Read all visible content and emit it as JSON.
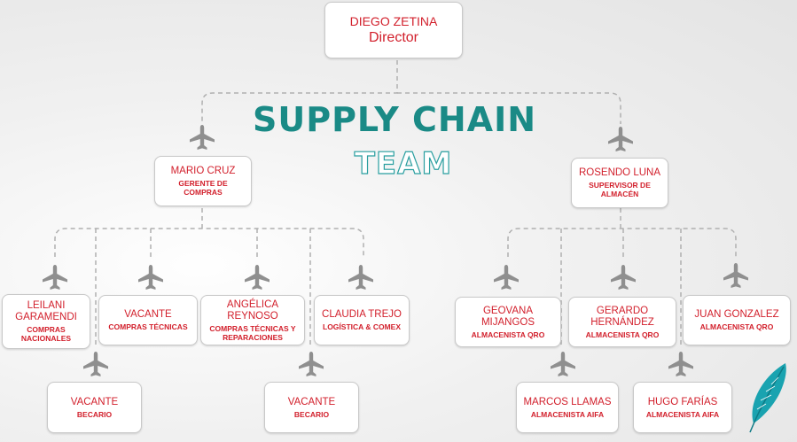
{
  "title": {
    "line1": "SUPPLY CHAIN",
    "line2": "TEAM"
  },
  "director": {
    "name": "DIEGO ZETINA",
    "role": "Director"
  },
  "managers": [
    {
      "name": "MARIO CRUZ",
      "role": "GERENTE DE COMPRAS"
    },
    {
      "name": "ROSENDO LUNA",
      "role": "SUPERVISOR DE ALMACÉN"
    }
  ],
  "left_team": [
    {
      "name": "LEILANI GARAMENDI",
      "role": "COMPRAS NACIONALES"
    },
    {
      "name": "VACANTE",
      "role": "COMPRAS TÉCNICAS"
    },
    {
      "name": "ANGÉLICA REYNOSO",
      "role": "COMPRAS TÉCNICAS Y REPARACIONES"
    },
    {
      "name": "CLAUDIA TREJO",
      "role": "LOGÍSTICA & COMEX"
    },
    {
      "name": "VACANTE",
      "role": "BECARIO"
    },
    {
      "name": "VACANTE",
      "role": "BECARIO"
    }
  ],
  "right_team": [
    {
      "name": "GEOVANA MIJANGOS",
      "role": "ALMACENISTA QRO"
    },
    {
      "name": "GERARDO HERNÁNDEZ",
      "role": "ALMACENISTA QRO"
    },
    {
      "name": "JUAN GONZALEZ",
      "role": "ALMACENISTA QRO"
    },
    {
      "name": "MARCOS LLAMAS",
      "role": "ALMACENISTA AIFA"
    },
    {
      "name": "HUGO FARÍAS",
      "role": "ALMACENISTA AIFA"
    }
  ],
  "colors": {
    "accent": "#d21f2b",
    "title": "#1a8a86",
    "connector": "#b0b0b0",
    "plane": "#8f8f8f",
    "feather": "#1aa3b0"
  },
  "icons": [
    "airplane-icon",
    "feather-icon"
  ]
}
